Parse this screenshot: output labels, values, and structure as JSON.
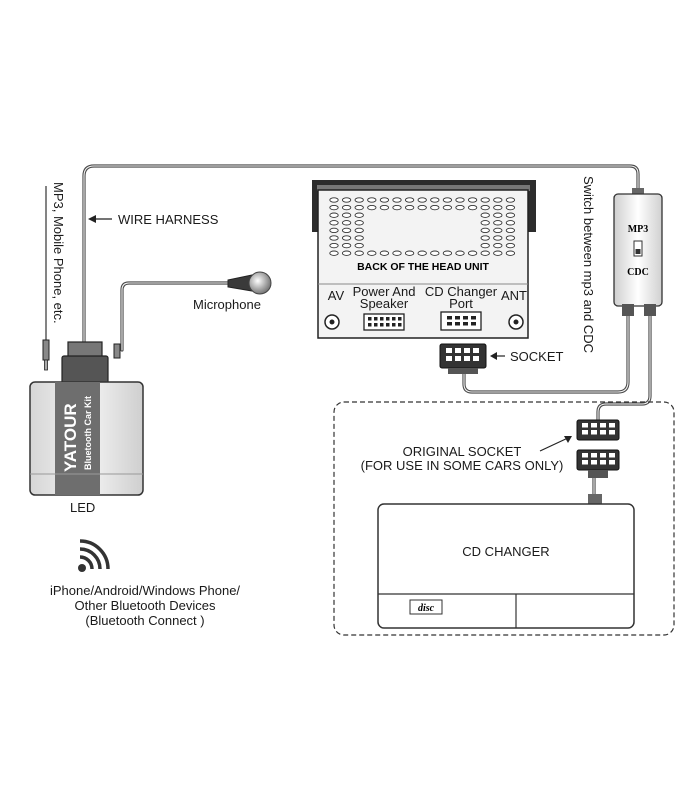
{
  "labels": {
    "wire_harness": "WIRE HARNESS",
    "microphone": "Microphone",
    "mp3_mobile": "MP3, Mobile Phone, etc.",
    "led": "LED",
    "module_brand": "YATOUR",
    "module_sub": "Bluetooth Car Kit",
    "devices_line1": "iPhone/Android/Windows Phone/",
    "devices_line2": "Other Bluetooth Devices",
    "devices_line3": "(Bluetooth Connect )",
    "head_unit_title": "BACK OF THE HEAD UNIT",
    "port_av": "AV",
    "port_power_line1": "Power And",
    "port_power_line2": "Speaker",
    "port_cdc_line1": "CD Changer",
    "port_cdc_line2": "Port",
    "port_ant": "ANT",
    "socket": "SOCKET",
    "switch_caption": "Switch between mp3 and CDC",
    "switch_mp3": "MP3",
    "switch_cdc": "CDC",
    "original_socket": "ORIGINAL SOCKET",
    "original_socket_note": "(FOR USE IN SOME CARS ONLY)",
    "cd_changer": "CD CHANGER",
    "disc_logo": "disc"
  },
  "colors": {
    "wire": "#4a4a4a",
    "line": "#333333",
    "module_light": "#e6e6e6",
    "module_band": "#6e6e6e",
    "panel": "#f5f5f5"
  }
}
